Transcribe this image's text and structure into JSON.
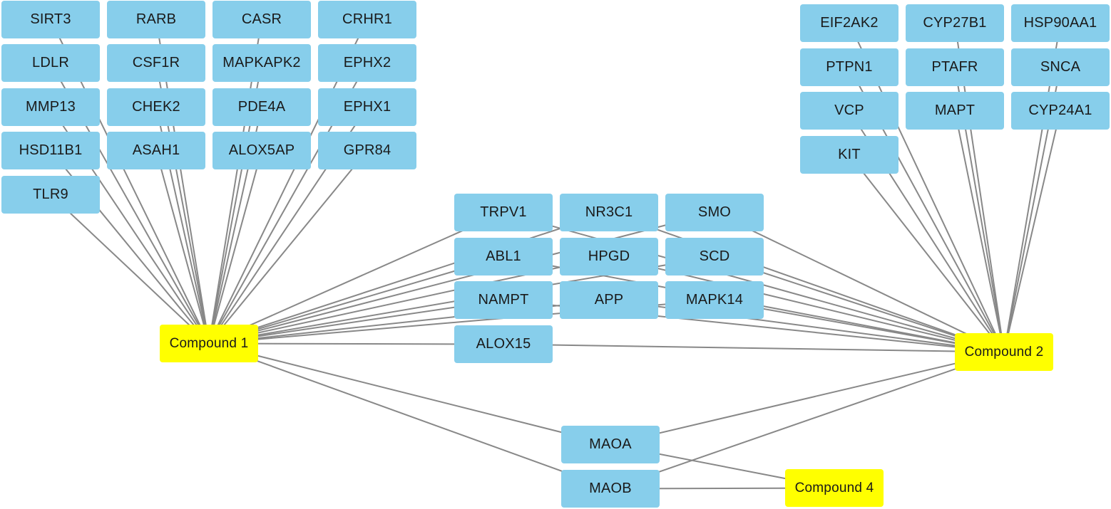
{
  "colors": {
    "target_fill": "#87CEEB",
    "compound_fill": "#FFFF00",
    "edge": "#888888",
    "background": "#FFFFFF"
  },
  "network": {
    "compounds": [
      {
        "id": "c1",
        "label": "Compound 1"
      },
      {
        "id": "c2",
        "label": "Compound 2"
      },
      {
        "id": "c4",
        "label": "Compound 4"
      }
    ],
    "targets": [
      {
        "id": "SIRT3",
        "label": "SIRT3"
      },
      {
        "id": "RARB",
        "label": "RARB"
      },
      {
        "id": "CASR",
        "label": "CASR"
      },
      {
        "id": "CRHR1",
        "label": "CRHR1"
      },
      {
        "id": "LDLR",
        "label": "LDLR"
      },
      {
        "id": "CSF1R",
        "label": "CSF1R"
      },
      {
        "id": "MAPKAPK2",
        "label": "MAPKAPK2"
      },
      {
        "id": "EPHX2",
        "label": "EPHX2"
      },
      {
        "id": "MMP13",
        "label": "MMP13"
      },
      {
        "id": "CHEK2",
        "label": "CHEK2"
      },
      {
        "id": "PDE4A",
        "label": "PDE4A"
      },
      {
        "id": "EPHX1",
        "label": "EPHX1"
      },
      {
        "id": "HSD11B1",
        "label": "HSD11B1"
      },
      {
        "id": "ASAH1",
        "label": "ASAH1"
      },
      {
        "id": "ALOX5AP",
        "label": "ALOX5AP"
      },
      {
        "id": "GPR84",
        "label": "GPR84"
      },
      {
        "id": "TLR9",
        "label": "TLR9"
      },
      {
        "id": "EIF2AK2",
        "label": "EIF2AK2"
      },
      {
        "id": "CYP27B1",
        "label": "CYP27B1"
      },
      {
        "id": "HSP90AA1",
        "label": "HSP90AA1"
      },
      {
        "id": "PTPN1",
        "label": "PTPN1"
      },
      {
        "id": "PTAFR",
        "label": "PTAFR"
      },
      {
        "id": "SNCA",
        "label": "SNCA"
      },
      {
        "id": "VCP",
        "label": "VCP"
      },
      {
        "id": "MAPT",
        "label": "MAPT"
      },
      {
        "id": "CYP24A1",
        "label": "CYP24A1"
      },
      {
        "id": "KIT",
        "label": "KIT"
      },
      {
        "id": "TRPV1",
        "label": "TRPV1"
      },
      {
        "id": "NR3C1",
        "label": "NR3C1"
      },
      {
        "id": "SMO",
        "label": "SMO"
      },
      {
        "id": "ABL1",
        "label": "ABL1"
      },
      {
        "id": "HPGD",
        "label": "HPGD"
      },
      {
        "id": "SCD",
        "label": "SCD"
      },
      {
        "id": "NAMPT",
        "label": "NAMPT"
      },
      {
        "id": "APP",
        "label": "APP"
      },
      {
        "id": "MAPK14",
        "label": "MAPK14"
      },
      {
        "id": "ALOX15",
        "label": "ALOX15"
      },
      {
        "id": "MAOA",
        "label": "MAOA"
      },
      {
        "id": "MAOB",
        "label": "MAOB"
      }
    ],
    "edges": [
      [
        "c1",
        "SIRT3"
      ],
      [
        "c1",
        "RARB"
      ],
      [
        "c1",
        "CASR"
      ],
      [
        "c1",
        "CRHR1"
      ],
      [
        "c1",
        "LDLR"
      ],
      [
        "c1",
        "CSF1R"
      ],
      [
        "c1",
        "MAPKAPK2"
      ],
      [
        "c1",
        "EPHX2"
      ],
      [
        "c1",
        "MMP13"
      ],
      [
        "c1",
        "CHEK2"
      ],
      [
        "c1",
        "PDE4A"
      ],
      [
        "c1",
        "EPHX1"
      ],
      [
        "c1",
        "HSD11B1"
      ],
      [
        "c1",
        "ASAH1"
      ],
      [
        "c1",
        "ALOX5AP"
      ],
      [
        "c1",
        "GPR84"
      ],
      [
        "c1",
        "TLR9"
      ],
      [
        "c1",
        "TRPV1"
      ],
      [
        "c1",
        "NR3C1"
      ],
      [
        "c1",
        "SMO"
      ],
      [
        "c1",
        "ABL1"
      ],
      [
        "c1",
        "HPGD"
      ],
      [
        "c1",
        "SCD"
      ],
      [
        "c1",
        "NAMPT"
      ],
      [
        "c1",
        "APP"
      ],
      [
        "c1",
        "MAPK14"
      ],
      [
        "c1",
        "ALOX15"
      ],
      [
        "c1",
        "MAOA"
      ],
      [
        "c1",
        "MAOB"
      ],
      [
        "c2",
        "EIF2AK2"
      ],
      [
        "c2",
        "CYP27B1"
      ],
      [
        "c2",
        "HSP90AA1"
      ],
      [
        "c2",
        "PTPN1"
      ],
      [
        "c2",
        "PTAFR"
      ],
      [
        "c2",
        "SNCA"
      ],
      [
        "c2",
        "VCP"
      ],
      [
        "c2",
        "MAPT"
      ],
      [
        "c2",
        "CYP24A1"
      ],
      [
        "c2",
        "KIT"
      ],
      [
        "c2",
        "TRPV1"
      ],
      [
        "c2",
        "NR3C1"
      ],
      [
        "c2",
        "SMO"
      ],
      [
        "c2",
        "ABL1"
      ],
      [
        "c2",
        "HPGD"
      ],
      [
        "c2",
        "SCD"
      ],
      [
        "c2",
        "NAMPT"
      ],
      [
        "c2",
        "APP"
      ],
      [
        "c2",
        "MAPK14"
      ],
      [
        "c2",
        "ALOX15"
      ],
      [
        "c2",
        "MAOA"
      ],
      [
        "c2",
        "MAOB"
      ],
      [
        "c4",
        "MAOA"
      ],
      [
        "c4",
        "MAOB"
      ]
    ]
  }
}
